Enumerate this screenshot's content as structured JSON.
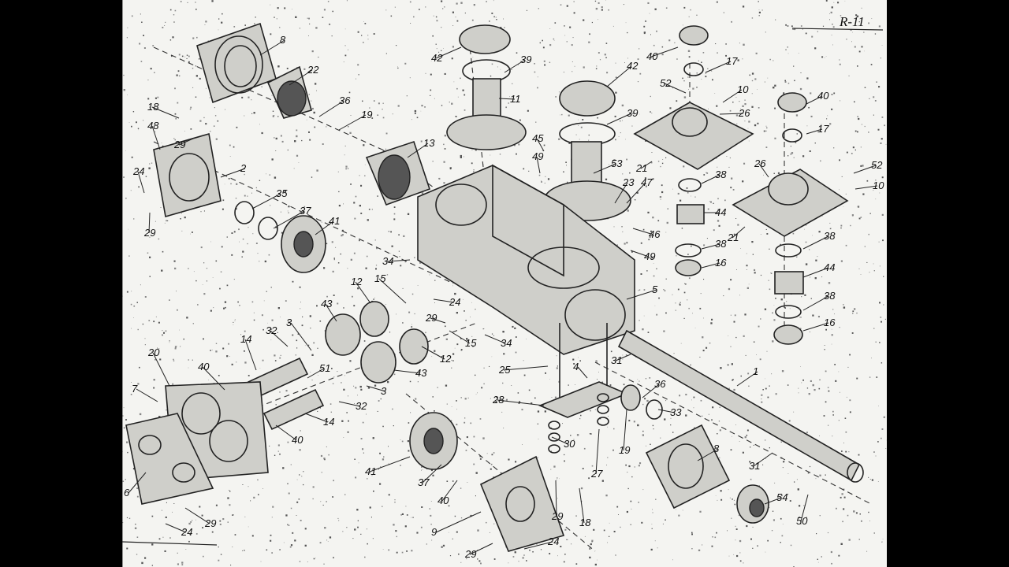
{
  "sheet": {
    "code": "R-11"
  },
  "callouts": [
    {
      "id": "c8a",
      "text": "8"
    },
    {
      "id": "c22",
      "text": "22"
    },
    {
      "id": "c36a",
      "text": "36"
    },
    {
      "id": "c19a",
      "text": "19"
    },
    {
      "id": "c18a",
      "text": "18"
    },
    {
      "id": "c48",
      "text": "48"
    },
    {
      "id": "c29a",
      "text": "29"
    },
    {
      "id": "c2",
      "text": "2"
    },
    {
      "id": "c24a",
      "text": "24"
    },
    {
      "id": "c29b",
      "text": "29"
    },
    {
      "id": "c35",
      "text": "35"
    },
    {
      "id": "c37a",
      "text": "37"
    },
    {
      "id": "c41a",
      "text": "41"
    },
    {
      "id": "c13",
      "text": "13"
    },
    {
      "id": "c42a",
      "text": "42"
    },
    {
      "id": "c39a",
      "text": "39"
    },
    {
      "id": "c11",
      "text": "11"
    },
    {
      "id": "c42b",
      "text": "42"
    },
    {
      "id": "c39b",
      "text": "39"
    },
    {
      "id": "c45",
      "text": "45"
    },
    {
      "id": "c49a",
      "text": "49"
    },
    {
      "id": "c53",
      "text": "53"
    },
    {
      "id": "c23",
      "text": "23"
    },
    {
      "id": "c47",
      "text": "47"
    },
    {
      "id": "c46",
      "text": "46"
    },
    {
      "id": "c49b",
      "text": "49"
    },
    {
      "id": "c40a",
      "text": "40"
    },
    {
      "id": "c17a",
      "text": "17"
    },
    {
      "id": "c52a",
      "text": "52"
    },
    {
      "id": "c10a",
      "text": "10"
    },
    {
      "id": "c26a",
      "text": "26"
    },
    {
      "id": "c21a",
      "text": "21"
    },
    {
      "id": "c38a",
      "text": "38"
    },
    {
      "id": "c44a",
      "text": "44"
    },
    {
      "id": "c38b",
      "text": "38"
    },
    {
      "id": "c16a",
      "text": "16"
    },
    {
      "id": "c40b",
      "text": "40"
    },
    {
      "id": "c17b",
      "text": "17"
    },
    {
      "id": "c26b",
      "text": "26"
    },
    {
      "id": "c52b",
      "text": "52"
    },
    {
      "id": "c10b",
      "text": "10"
    },
    {
      "id": "c21b",
      "text": "21"
    },
    {
      "id": "c38c",
      "text": "38"
    },
    {
      "id": "c44b",
      "text": "44"
    },
    {
      "id": "c38d",
      "text": "38"
    },
    {
      "id": "c16b",
      "text": "16"
    },
    {
      "id": "c34a",
      "text": "34"
    },
    {
      "id": "c12a",
      "text": "12"
    },
    {
      "id": "c15a",
      "text": "15"
    },
    {
      "id": "c24b",
      "text": "24"
    },
    {
      "id": "c43a",
      "text": "43"
    },
    {
      "id": "c29c",
      "text": "29"
    },
    {
      "id": "c15b",
      "text": "15"
    },
    {
      "id": "c34b",
      "text": "34"
    },
    {
      "id": "c5",
      "text": "5"
    },
    {
      "id": "c32a",
      "text": "32"
    },
    {
      "id": "c3a",
      "text": "3"
    },
    {
      "id": "c14a",
      "text": "14"
    },
    {
      "id": "c51",
      "text": "51"
    },
    {
      "id": "c12b",
      "text": "12"
    },
    {
      "id": "c43b",
      "text": "43"
    },
    {
      "id": "c3b",
      "text": "3"
    },
    {
      "id": "c32b",
      "text": "32"
    },
    {
      "id": "c14b",
      "text": "14"
    },
    {
      "id": "c20",
      "text": "20"
    },
    {
      "id": "c40c",
      "text": "40"
    },
    {
      "id": "c7",
      "text": "7"
    },
    {
      "id": "c40d",
      "text": "40"
    },
    {
      "id": "c25",
      "text": "25"
    },
    {
      "id": "c4",
      "text": "4"
    },
    {
      "id": "c31a",
      "text": "31"
    },
    {
      "id": "c1",
      "text": "1"
    },
    {
      "id": "c28",
      "text": "28"
    },
    {
      "id": "c30",
      "text": "30"
    },
    {
      "id": "c36b",
      "text": "36"
    },
    {
      "id": "c33",
      "text": "33"
    },
    {
      "id": "c19b",
      "text": "19"
    },
    {
      "id": "c27",
      "text": "27"
    },
    {
      "id": "c41b",
      "text": "41"
    },
    {
      "id": "c37b",
      "text": "37"
    },
    {
      "id": "c40e",
      "text": "40"
    },
    {
      "id": "c6",
      "text": "6"
    },
    {
      "id": "c29d",
      "text": "29"
    },
    {
      "id": "c24c",
      "text": "24"
    },
    {
      "id": "c9",
      "text": "9"
    },
    {
      "id": "c29e",
      "text": "29"
    },
    {
      "id": "c18b",
      "text": "18"
    },
    {
      "id": "c24d",
      "text": "24"
    },
    {
      "id": "c29f",
      "text": "29"
    },
    {
      "id": "c8b",
      "text": "8"
    },
    {
      "id": "c31b",
      "text": "31"
    },
    {
      "id": "c54",
      "text": "54"
    },
    {
      "id": "c50",
      "text": "50"
    }
  ]
}
